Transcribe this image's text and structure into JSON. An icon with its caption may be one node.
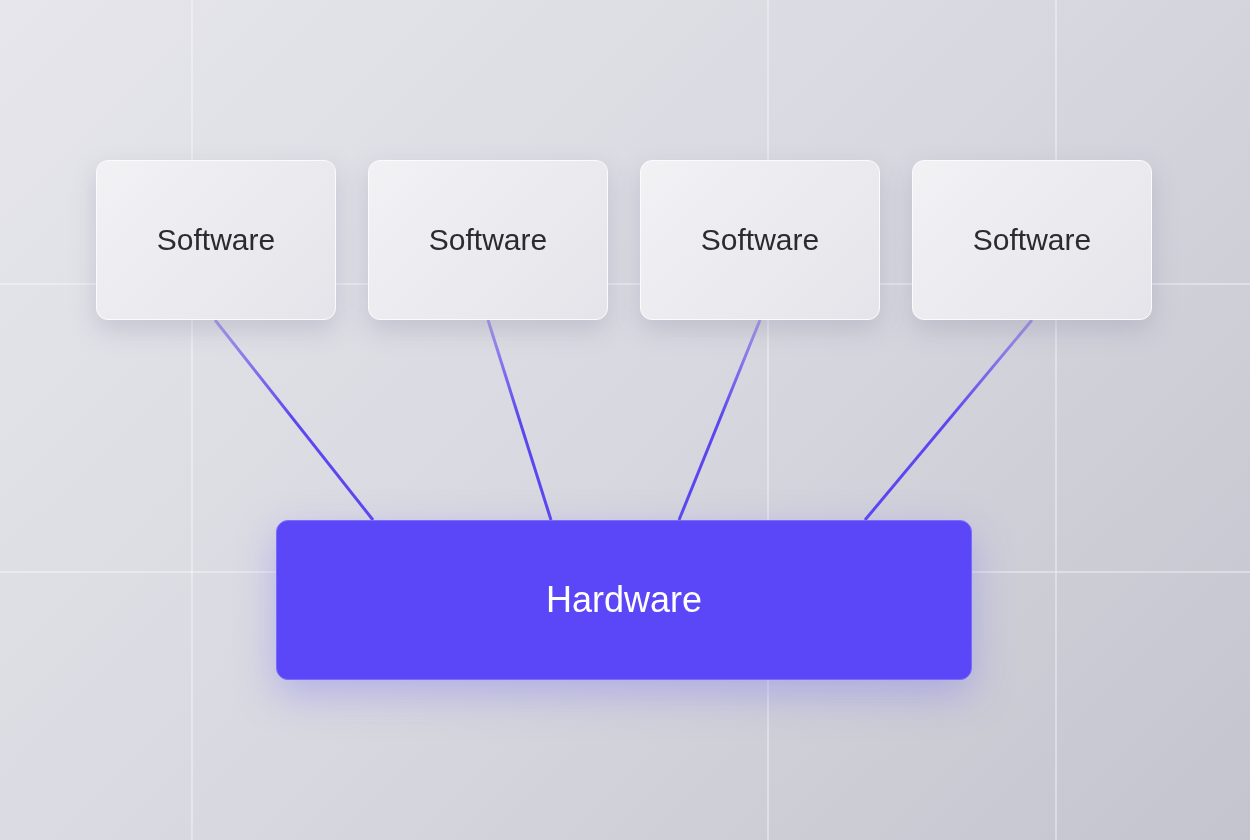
{
  "diagram": {
    "nodes": [
      {
        "text": [
          "Software"
        ]
      },
      {
        "text": [
          "Software"
        ]
      },
      {
        "text": [
          "Software"
        ]
      },
      {
        "text": [
          "Software"
        ]
      },
      {
        "text": [
          "Hardware"
        ]
      }
    ],
    "edges": [
      {
        "from": 0,
        "to": 4,
        "arrow": "none"
      },
      {
        "from": 1,
        "to": 4,
        "arrow": "none"
      },
      {
        "from": 2,
        "to": 4,
        "arrow": "none"
      },
      {
        "from": 3,
        "to": 4,
        "arrow": "none"
      }
    ]
  }
}
